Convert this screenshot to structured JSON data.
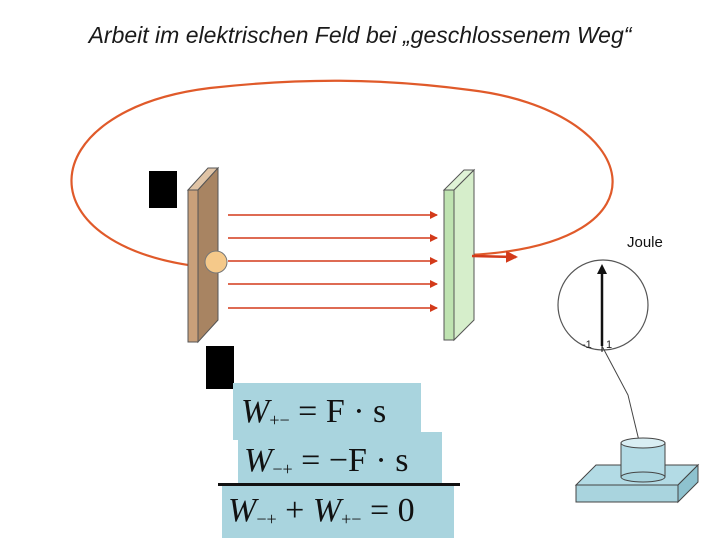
{
  "title": "Arbeit im elektrischen Feld bei „geschlossenem Weg“",
  "meter": {
    "label": "Joule",
    "scale_min": "-1",
    "scale_max": "1"
  },
  "equations": {
    "eq1": {
      "lhs_var": "W",
      "lhs_sub": "+−",
      "rhs": "= F · s"
    },
    "eq2": {
      "lhs_var": "W",
      "lhs_sub": "−+",
      "rhs": "= −F · s"
    },
    "eq3": {
      "a_var": "W",
      "a_sub": "−+",
      "plus": " + ",
      "b_var": "W",
      "b_sub": "+−",
      "rhs": " = 0"
    }
  },
  "colors": {
    "loop": "#e05a2a",
    "field_lines": "#d33a1a",
    "plate_positive": "#c9a07a",
    "plate_negative": "#bfe3b1",
    "charge": "#f5c98a",
    "equation_bg": "#a9d4de",
    "terminals": "#000000"
  }
}
